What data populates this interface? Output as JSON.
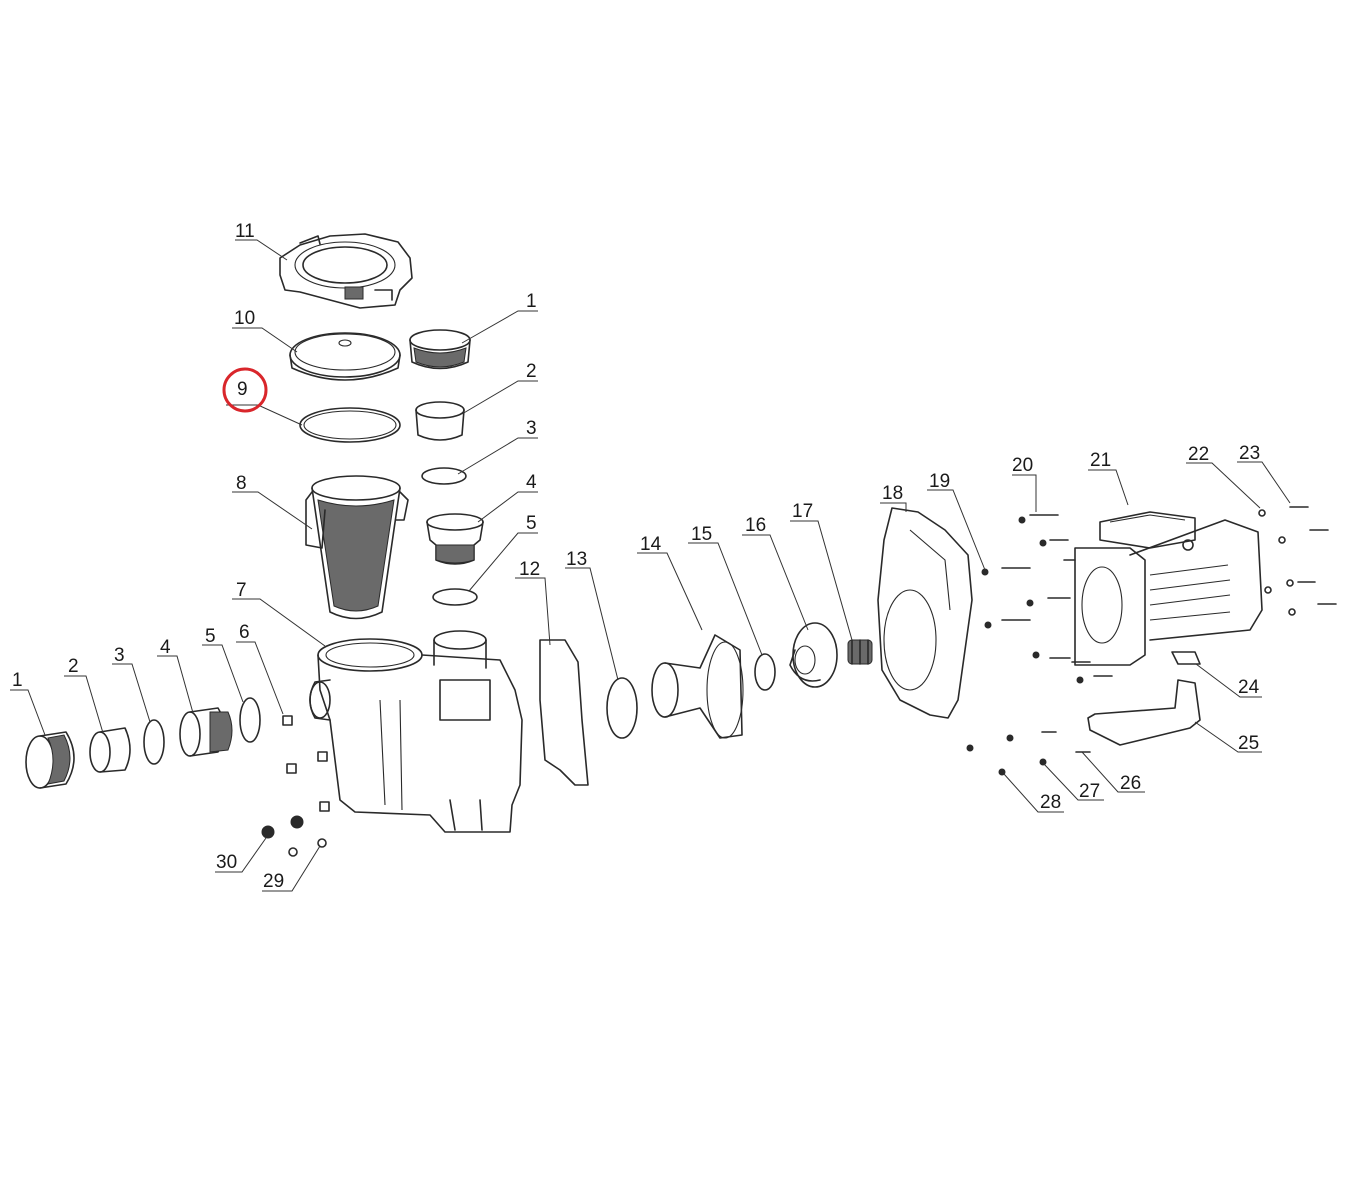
{
  "highlight_color": "#d9262b",
  "highlighted_label": "9",
  "callouts": [
    {
      "id": "left-1",
      "text": "1"
    },
    {
      "id": "left-2",
      "text": "2"
    },
    {
      "id": "left-3",
      "text": "3"
    },
    {
      "id": "left-4",
      "text": "4"
    },
    {
      "id": "left-5",
      "text": "5"
    },
    {
      "id": "left-6",
      "text": "6"
    },
    {
      "id": "7",
      "text": "7"
    },
    {
      "id": "8",
      "text": "8"
    },
    {
      "id": "9",
      "text": "9"
    },
    {
      "id": "10",
      "text": "10"
    },
    {
      "id": "11",
      "text": "11"
    },
    {
      "id": "top-1",
      "text": "1"
    },
    {
      "id": "top-2",
      "text": "2"
    },
    {
      "id": "top-3",
      "text": "3"
    },
    {
      "id": "top-4",
      "text": "4"
    },
    {
      "id": "top-5",
      "text": "5"
    },
    {
      "id": "12",
      "text": "12"
    },
    {
      "id": "13",
      "text": "13"
    },
    {
      "id": "14",
      "text": "14"
    },
    {
      "id": "15",
      "text": "15"
    },
    {
      "id": "16",
      "text": "16"
    },
    {
      "id": "17",
      "text": "17"
    },
    {
      "id": "18",
      "text": "18"
    },
    {
      "id": "19",
      "text": "19"
    },
    {
      "id": "20",
      "text": "20"
    },
    {
      "id": "21",
      "text": "21"
    },
    {
      "id": "22",
      "text": "22"
    },
    {
      "id": "23",
      "text": "23"
    },
    {
      "id": "24",
      "text": "24"
    },
    {
      "id": "25",
      "text": "25"
    },
    {
      "id": "26",
      "text": "26"
    },
    {
      "id": "27",
      "text": "27"
    },
    {
      "id": "28",
      "text": "28"
    },
    {
      "id": "29",
      "text": "29"
    },
    {
      "id": "30",
      "text": "30"
    }
  ]
}
